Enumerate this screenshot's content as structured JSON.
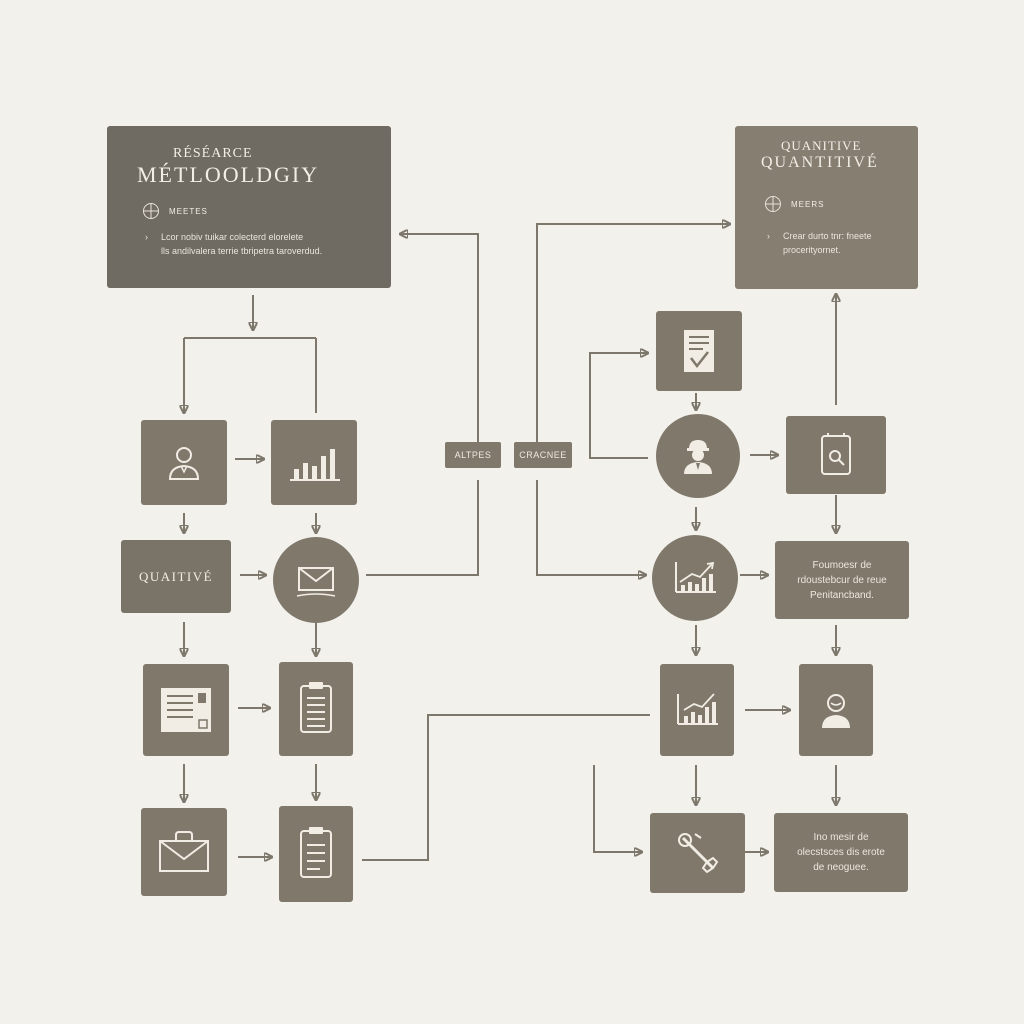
{
  "top_left_card": {
    "kicker": "RÉSÉARCE",
    "headline": "MÉTLOOLDGIY",
    "meta_label": "MEETES",
    "icon": "globe-icon",
    "bullet_marker": "›",
    "lines": [
      "Lcor nobiv tuikar colecterd elorelete",
      "lls andilvalera terrie tbripetra taroverdud."
    ]
  },
  "top_right_card": {
    "kicker": "QUANITIVE",
    "headline": "QUANTITIVÉ",
    "meta_label": "MEERS",
    "icon": "globe-icon",
    "bullet_marker": "›",
    "lines": [
      "Crear durto tnr: fneete",
      "procerityornet."
    ]
  },
  "center_tags": {
    "left": "ALTPES",
    "right": "CRACNEE"
  },
  "left_qualitive_label": "QUAITIVÉ",
  "right_text_box_1": [
    "Foumoesr de",
    "rdoustebcur de reue",
    "Penitancband."
  ],
  "right_text_box_2": [
    "Ino mesir de",
    "olecstsces dis erote",
    "de neoguee."
  ],
  "icons": {
    "person": "person-icon",
    "bar_chart": "bar-chart-icon",
    "envelope": "envelope-icon",
    "document": "document-icon",
    "clipboard": "clipboard-icon",
    "briefcase": "briefcase-envelope-icon",
    "checklist": "checklist-icon",
    "worker": "worker-icon",
    "tablet_search": "tablet-search-icon",
    "trend_chart": "trend-chart-icon",
    "tools": "tools-icon"
  }
}
